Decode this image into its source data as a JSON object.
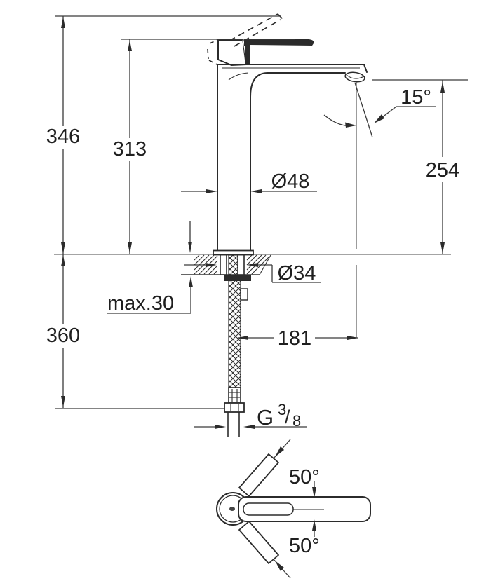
{
  "drawing": {
    "title_semantic": "faucet-technical-dimension-drawing",
    "colors": {
      "ink": "#2b2b2b",
      "background": "#ffffff"
    },
    "dims": {
      "total_height": "346",
      "height_to_lever": "313",
      "spout_height": "254",
      "spout_angle": "15°",
      "body_diameter": "Ø48",
      "hole_diameter": "Ø34",
      "max_deck_thickness": "max.30",
      "below_deck_length": "360",
      "spout_reach": "181",
      "swivel_angle_top": "50°",
      "swivel_angle_bottom": "50°",
      "thread": {
        "g": "G",
        "numerator": "3",
        "slash": "/",
        "denominator": "8"
      }
    }
  }
}
